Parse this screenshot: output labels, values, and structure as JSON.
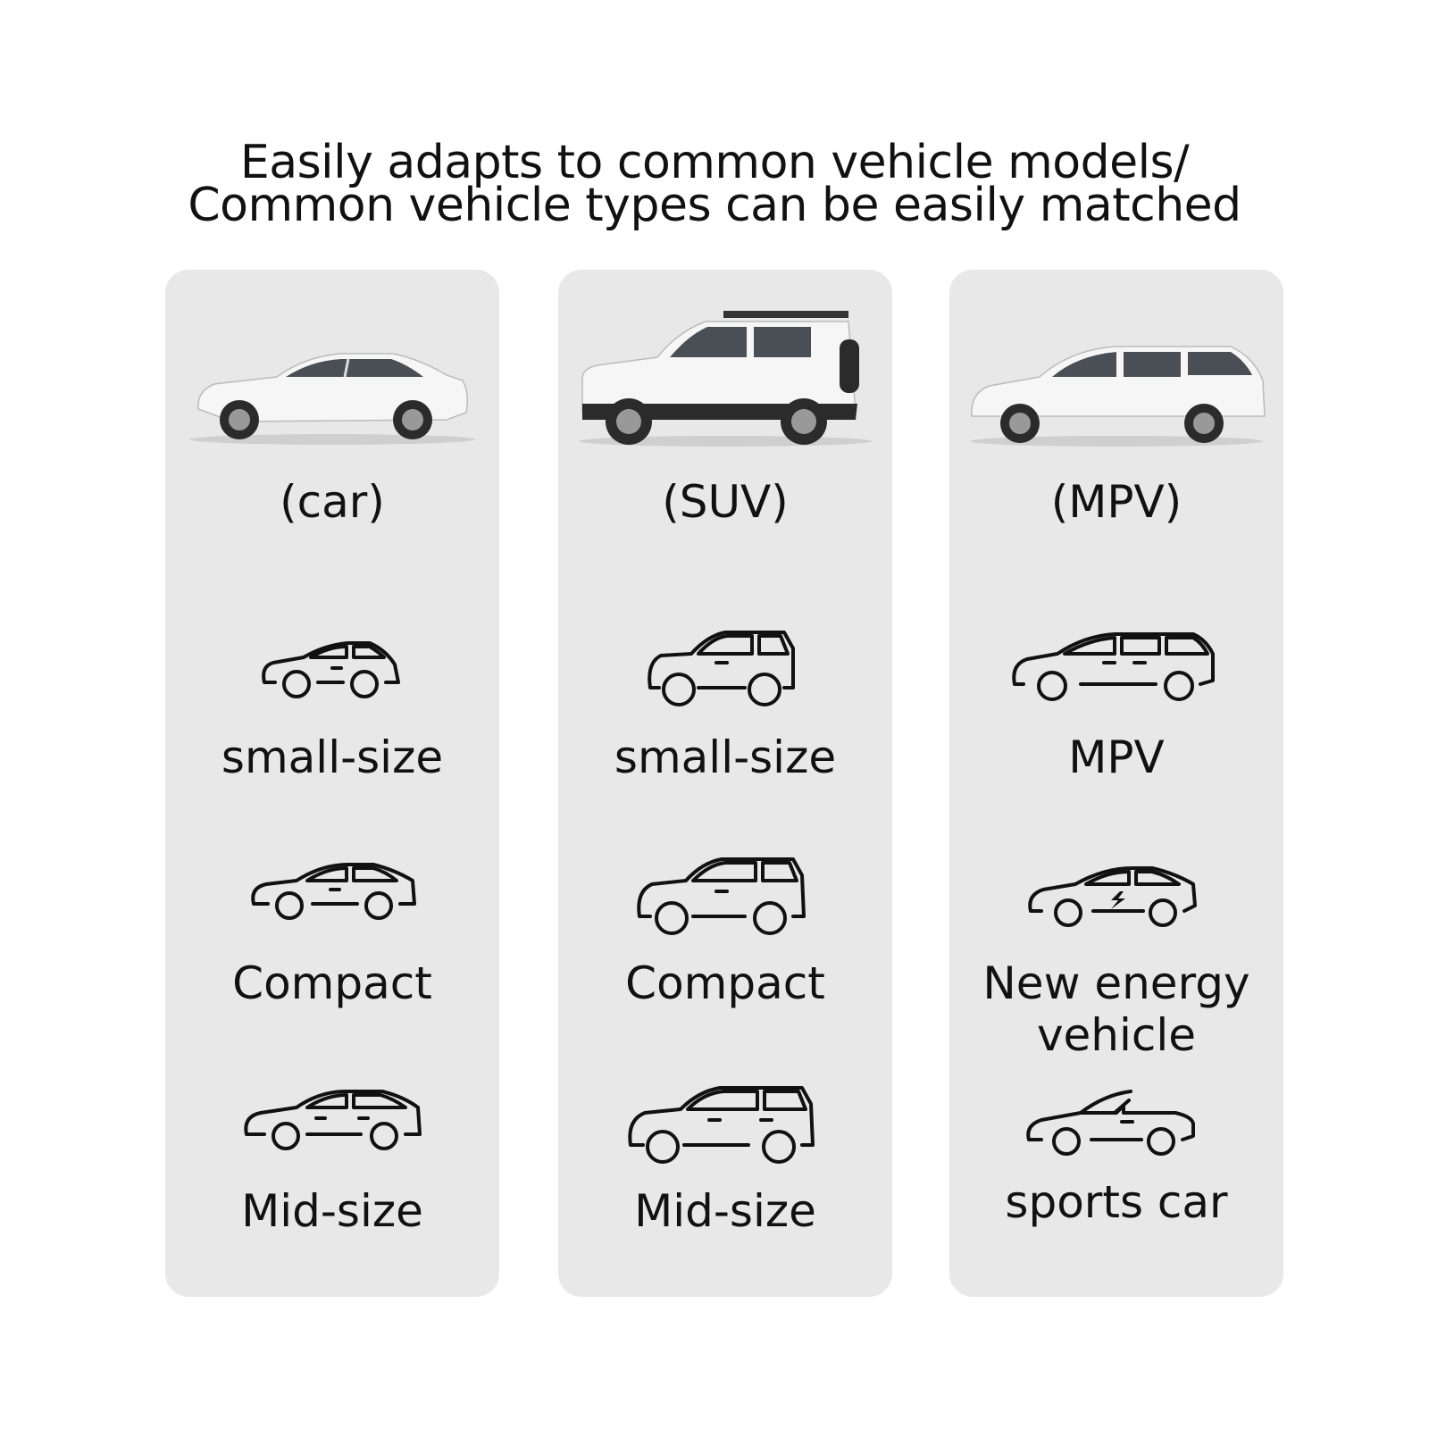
{
  "title": {
    "line1": "Easily adapts to common vehicle models/",
    "line2": "Common vehicle types can be easily matched"
  },
  "columns": [
    {
      "category": "(car)",
      "photo_icon": "white-sedan-photo",
      "items": [
        {
          "label": "small-size",
          "icon": "hatchback-outline-icon"
        },
        {
          "label": "Compact",
          "icon": "compact-sedan-outline-icon"
        },
        {
          "label": "Mid-size",
          "icon": "midsize-sedan-outline-icon"
        }
      ]
    },
    {
      "category": "(SUV)",
      "photo_icon": "white-suv-photo",
      "items": [
        {
          "label": "small-size",
          "icon": "small-suv-outline-icon"
        },
        {
          "label": "Compact",
          "icon": "compact-suv-outline-icon"
        },
        {
          "label": "Mid-size",
          "icon": "midsize-suv-outline-icon"
        }
      ]
    },
    {
      "category": "(MPV)",
      "photo_icon": "white-mpv-photo",
      "items": [
        {
          "label": "MPV",
          "icon": "mpv-outline-icon"
        },
        {
          "label": "New energy vehicle",
          "icon": "ev-sedan-outline-icon"
        },
        {
          "label": "sports car",
          "icon": "convertible-outline-icon"
        }
      ]
    }
  ],
  "colors": {
    "panel": "#e8e8e8",
    "text": "#111111",
    "vehicle_body": "#f4f4f4"
  }
}
